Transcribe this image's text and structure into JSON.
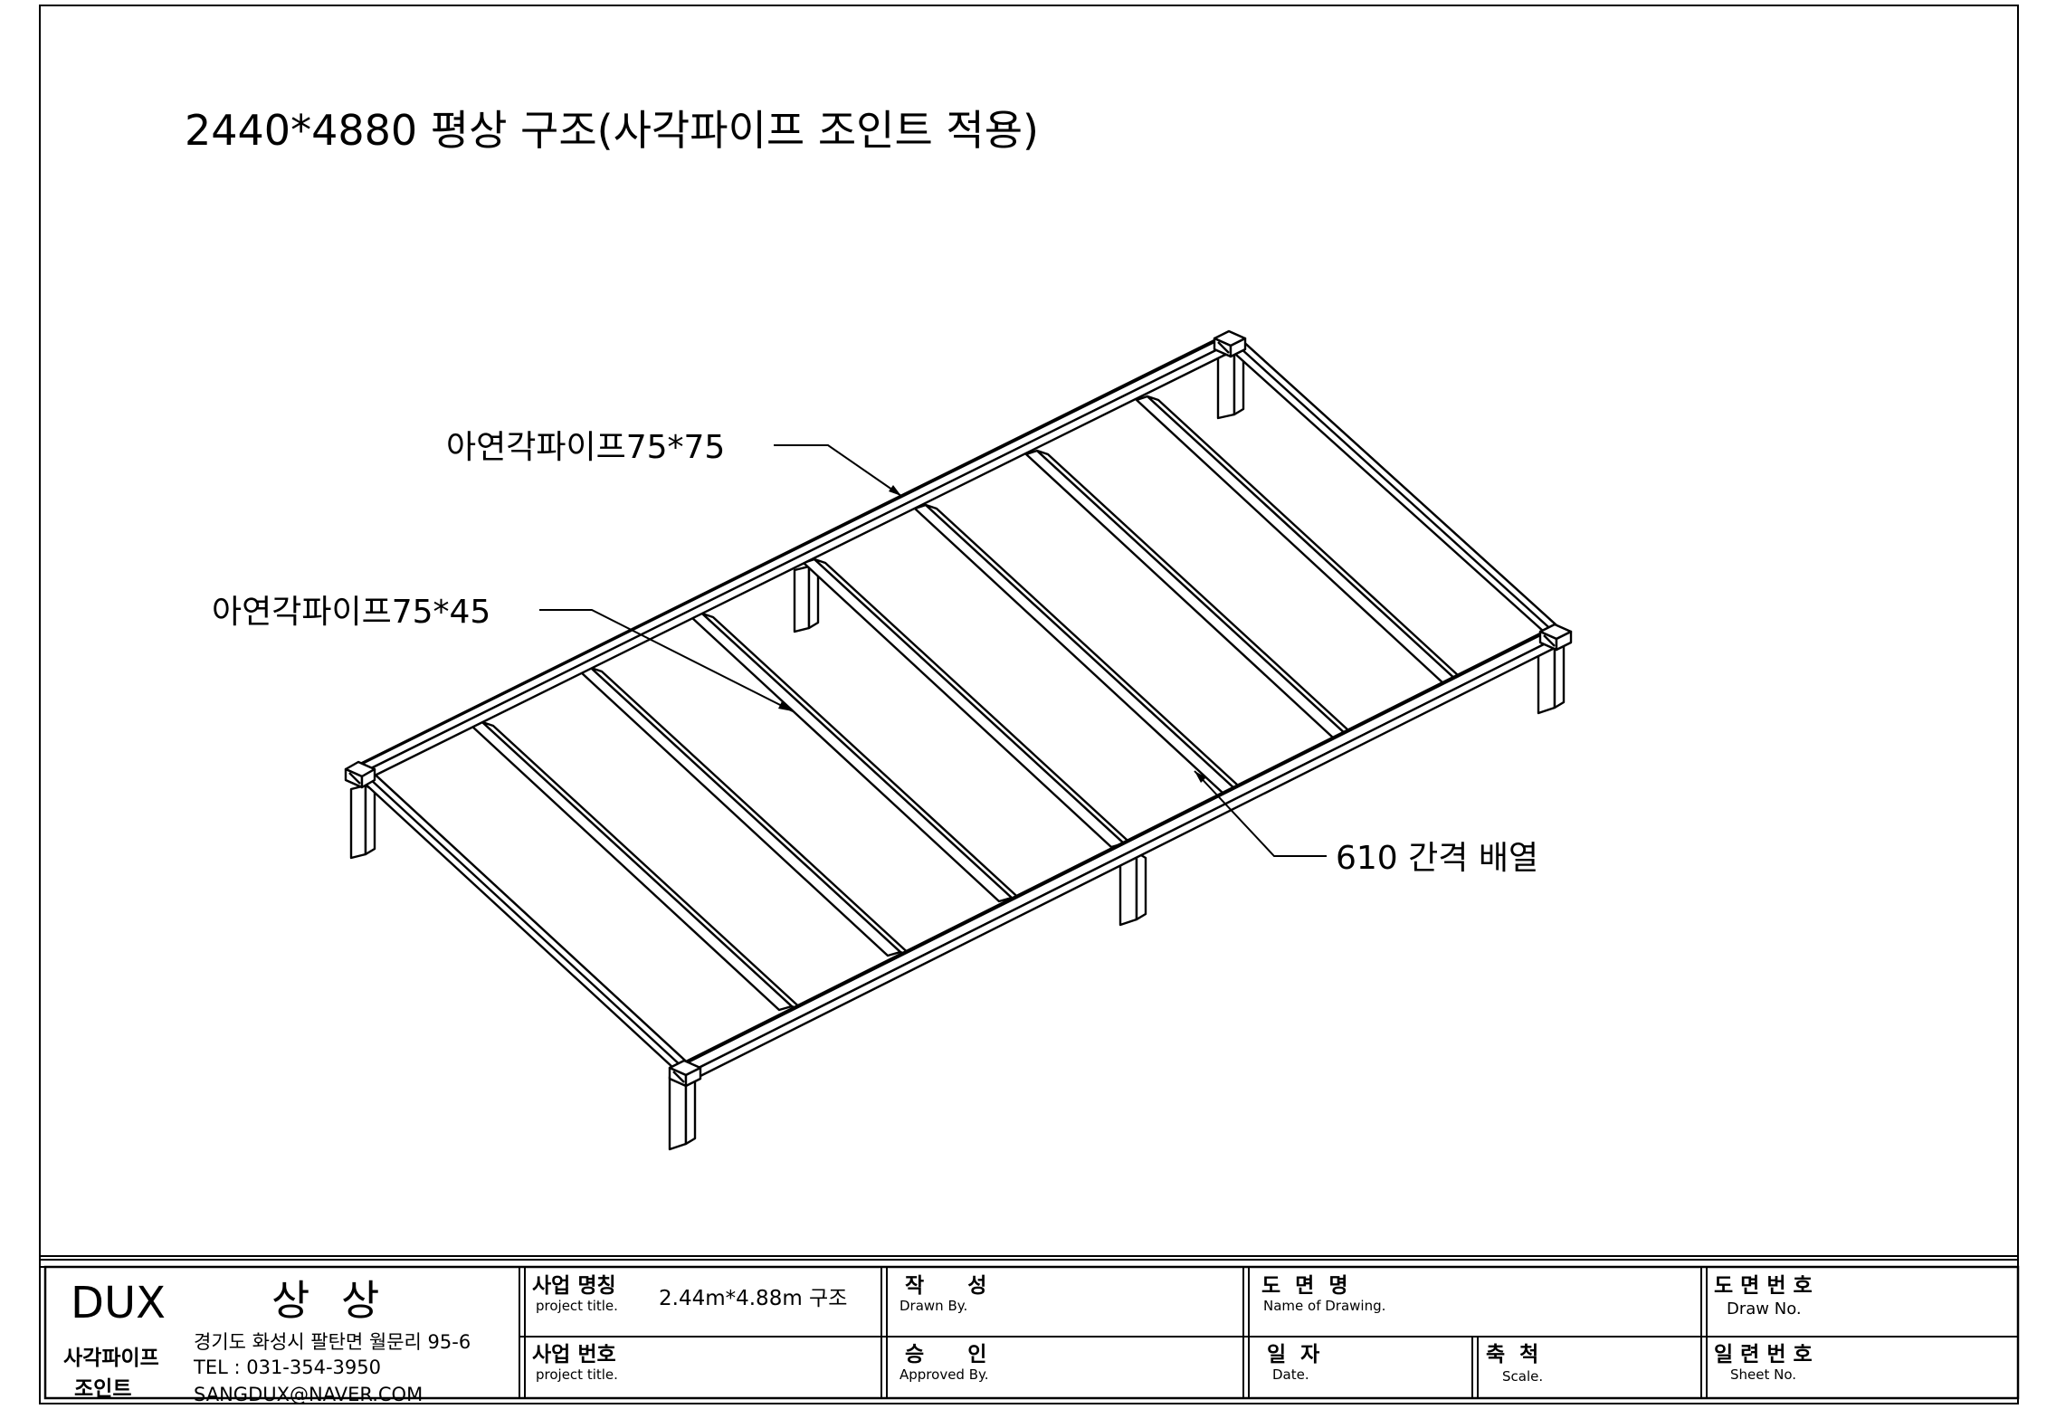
{
  "drawing": {
    "title": "2440*4880 평상 구조(사각파이프 조인트 적용)",
    "callouts": {
      "pipe_75x75": "아연각파이프75*75",
      "pipe_75x45": "아연각파이프75*45",
      "spacing": "610 간격 배열"
    }
  },
  "title_block": {
    "brand": "DUX",
    "company": "상 상",
    "product_line1": "사각파이프",
    "product_line2": "조인트",
    "address": "경기도 화성시 팔탄면 월문리 95-6",
    "tel": "TEL : 031-354-3950",
    "email": "SANGDUX@NAVER.COM",
    "project_name_ko": "사업 명칭",
    "project_name_en": "project title.",
    "project_name_value": "2.44m*4.88m 구조",
    "project_no_ko": "사업 번호",
    "project_no_en": "project title.",
    "drawn_by_ko": "작      성",
    "drawn_by_en": "Drawn By.",
    "approved_by_ko": "승      인",
    "approved_by_en": "Approved By.",
    "drawing_name_ko": "도  면  명",
    "drawing_name_en": "Name of Drawing.",
    "date_ko": "일  자",
    "date_en": "Date.",
    "scale_ko": "축  척",
    "scale_en": "Scale.",
    "draw_no_ko": "도 면 번 호",
    "draw_no_en": "Draw No.",
    "sheet_no_ko": "일 련 번 호",
    "sheet_no_en": "Sheet No."
  }
}
